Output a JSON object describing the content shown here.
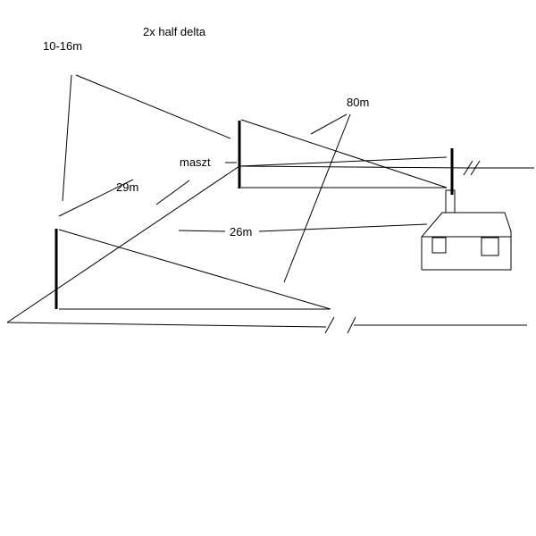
{
  "labels": {
    "title": "2x half delta",
    "height_range": "10-16m",
    "distance_80": "80m",
    "mast": "maszt",
    "distance_29": "29m",
    "distance_26": "26m"
  },
  "colors": {
    "background": "#ffffff",
    "stroke": "#000000",
    "text": "#000000"
  }
}
